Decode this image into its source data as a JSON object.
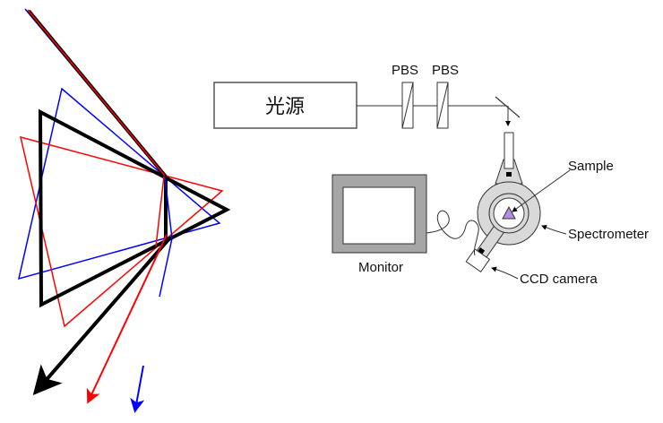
{
  "prism_diagram": {
    "colors": {
      "black": "#000000",
      "red": "#ff0000",
      "blue": "#0000ff"
    }
  },
  "setup": {
    "light_source": "光源",
    "pbs_1": "PBS",
    "pbs_2": "PBS",
    "monitor": "Monitor",
    "sample": "Sample",
    "spectrometer": "Spectrometer",
    "ccd_camera": "CCD camera",
    "colors": {
      "spectrometer_fill": "#d9d9d9",
      "monitor_fill": "#a6a6a6",
      "sample_fill": "#b48ee0"
    }
  }
}
